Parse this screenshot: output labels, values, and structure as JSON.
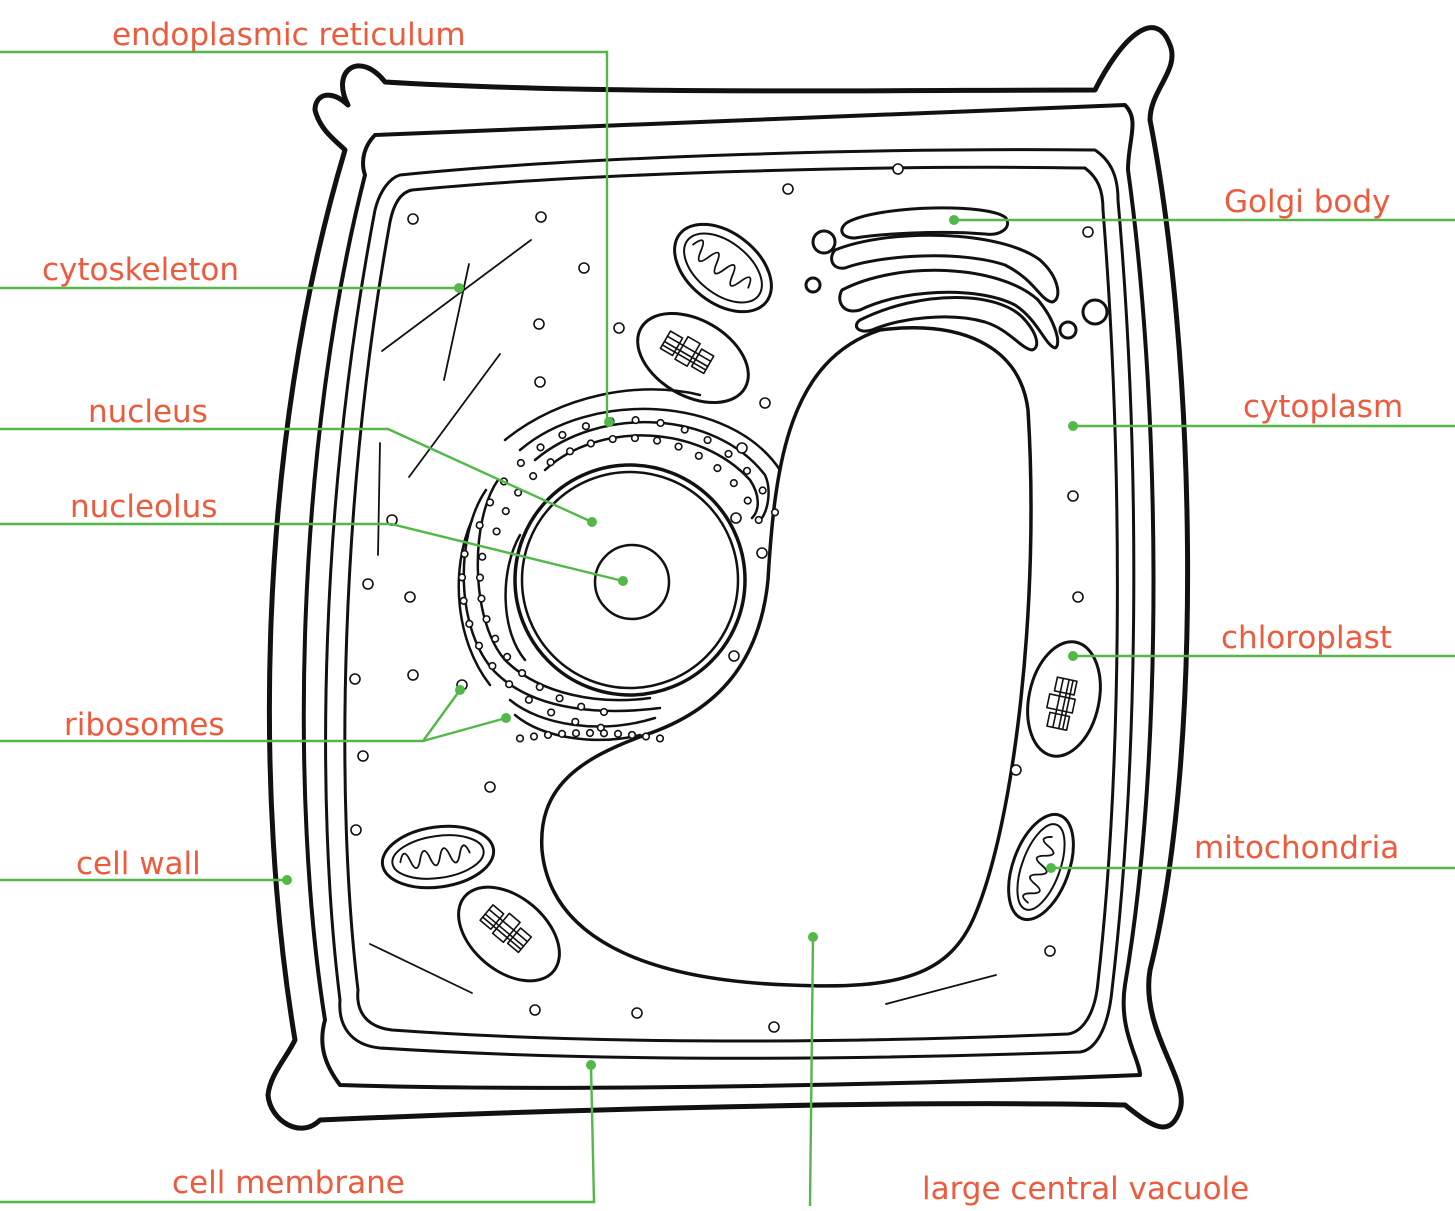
{
  "diagram": {
    "labels": {
      "endoplasmic_reticulum": "endoplasmic reticulum",
      "golgi_body": "Golgi body",
      "cytoskeleton": "cytoskeleton",
      "nucleus": "nucleus",
      "cytoplasm": "cytoplasm",
      "nucleolus": "nucleolus",
      "chloroplast": "chloroplast",
      "ribosomes": "ribosomes",
      "cell_wall": "cell wall",
      "mitochondria": "mitochondria",
      "cell_membrane": "cell membrane",
      "large_central_vacuole": "large central vacuole"
    },
    "colors": {
      "label_text": "#ee5a3c",
      "leader_lines": "#52b848",
      "outline": "#111111",
      "background": "#ffffff"
    }
  }
}
